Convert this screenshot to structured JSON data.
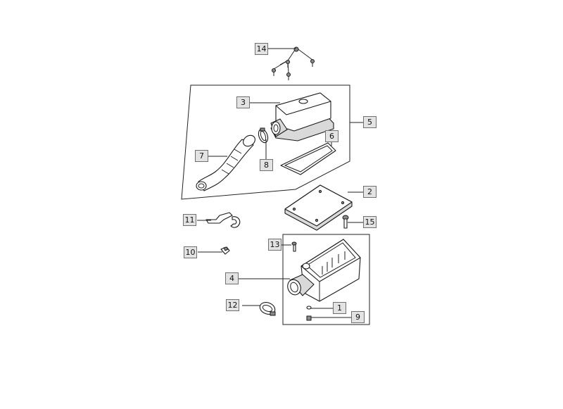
{
  "diagram": {
    "callouts": {
      "c1": "1",
      "c2": "2",
      "c3": "3",
      "c4": "4",
      "c5": "5",
      "c6": "6",
      "c7": "7",
      "c8": "8",
      "c9": "9",
      "c10": "10",
      "c11": "11",
      "c12": "12",
      "c13": "13",
      "c14": "14",
      "c15": "15"
    },
    "colors": {
      "callout_fill": "#e3e3e3",
      "line": "#222222",
      "part_fill": "#ffffff",
      "shade": "#d9d9d9"
    }
  }
}
